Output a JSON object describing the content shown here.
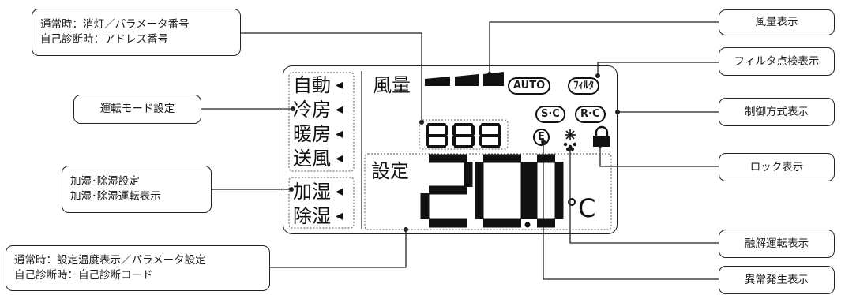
{
  "callouts": {
    "param": [
      "通常時：消灯／パラメータ番号",
      "自己診断時：アドレス番号"
    ],
    "op_mode": "運転モード設定",
    "humid_setting": [
      "加湿･除湿設定",
      "加湿･除湿運転表示"
    ],
    "temp": [
      "通常時：設定温度表示／パラメータ設定",
      "自己診断時：自己診断コード"
    ],
    "fan_display": "風量表示",
    "filter_check": "フィルタ点検表示",
    "control_method": "制御方式表示",
    "lock": "ロック表示",
    "defrost": "融解運転表示",
    "error": "異常発生表示"
  },
  "lcd": {
    "modes": [
      "自動",
      "冷房",
      "暖房",
      "送風"
    ],
    "humid_modes": [
      "加湿",
      "除湿"
    ],
    "arrow": "◂",
    "fan_label": "風量",
    "auto_badge": "AUTO",
    "filter_badge": "ﾌｨﾙﾀ",
    "sc_badge": "S·C",
    "rc_badge": "R·C",
    "error_badge": "E",
    "param_digits": "888",
    "set_label": "設定",
    "temp_digits": "200",
    "unit": "°C"
  }
}
